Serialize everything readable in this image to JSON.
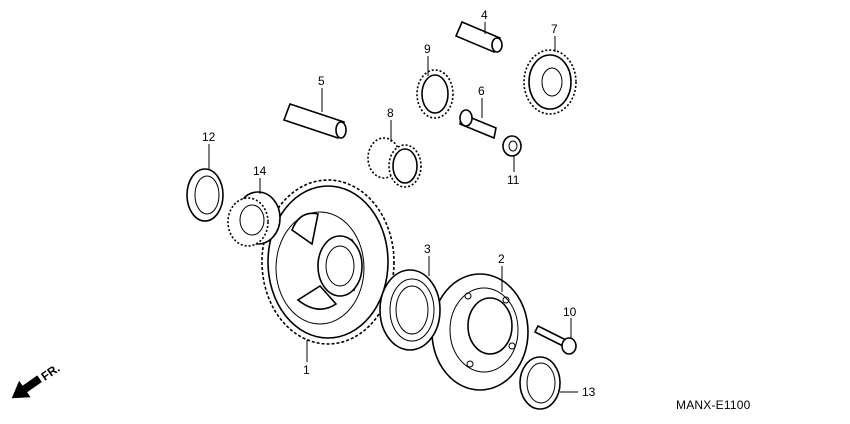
{
  "diagram": {
    "code": "MANX-E1100",
    "direction_label": "FR.",
    "callouts": [
      "1",
      "2",
      "3",
      "4",
      "5",
      "6",
      "7",
      "8",
      "9",
      "10",
      "11",
      "12",
      "13",
      "14"
    ]
  }
}
